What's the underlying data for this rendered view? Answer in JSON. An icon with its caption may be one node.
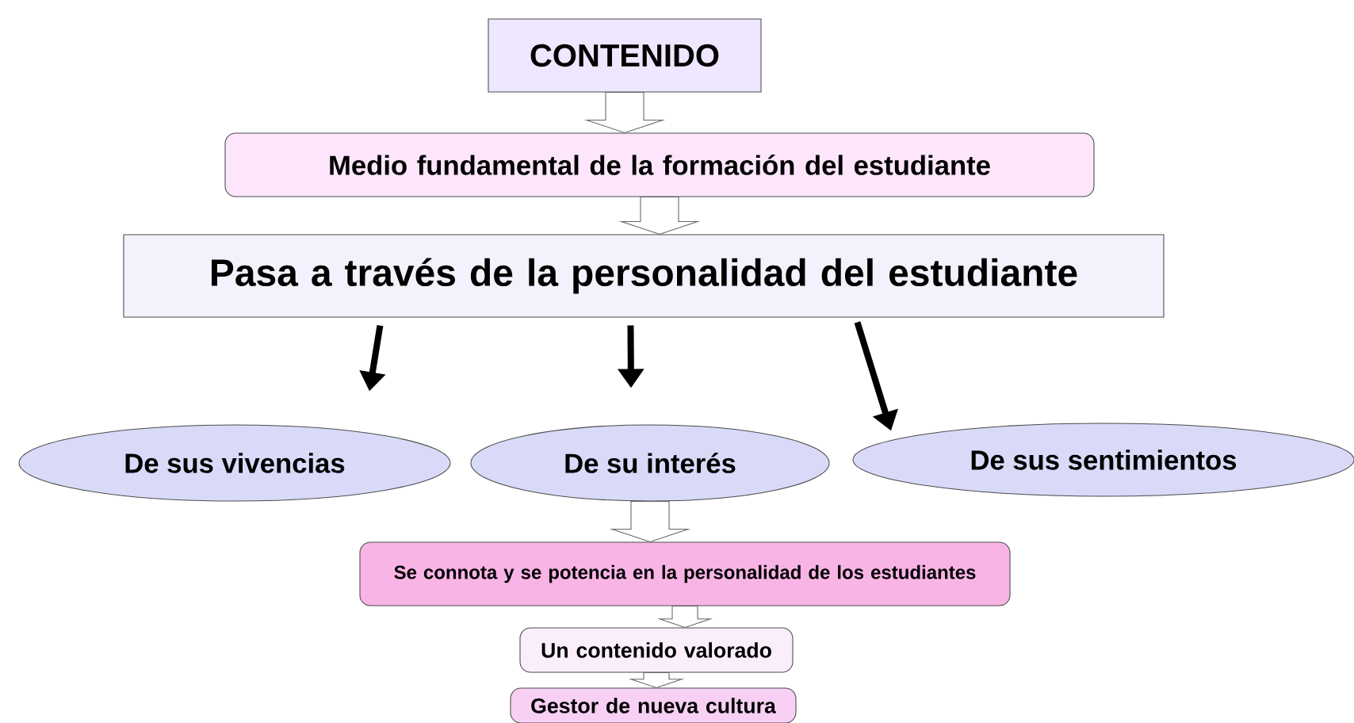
{
  "diagram": {
    "nodes": [
      {
        "text": [
          "CONTENIDO"
        ]
      },
      {
        "text": [
          "Medio fundamental de la formación del estudiante"
        ]
      },
      {
        "text": [
          "Pasa a través de la personalidad del estudiante"
        ]
      },
      {
        "text": [
          "De sus vivencias"
        ]
      },
      {
        "text": [
          "De su interés"
        ]
      },
      {
        "text": [
          "De sus sentimientos"
        ]
      },
      {
        "text": [
          "Se connota y se potencia en la personalidad de los estudiantes"
        ]
      },
      {
        "text": [
          "Un contenido valorado"
        ]
      },
      {
        "text": [
          "Gestor de nueva cultura"
        ]
      }
    ],
    "edges": [
      {
        "from": 0,
        "to": 1,
        "arrow": "to"
      },
      {
        "from": 1,
        "to": 2,
        "arrow": "to"
      },
      {
        "from": 2,
        "to": 3,
        "arrow": "to"
      },
      {
        "from": 2,
        "to": 4,
        "arrow": "to"
      },
      {
        "from": 2,
        "to": 5,
        "arrow": "to"
      },
      {
        "from": 4,
        "to": 6,
        "arrow": "to"
      },
      {
        "from": 6,
        "to": 7,
        "arrow": "to"
      },
      {
        "from": 7,
        "to": 8,
        "arrow": "to"
      }
    ]
  }
}
